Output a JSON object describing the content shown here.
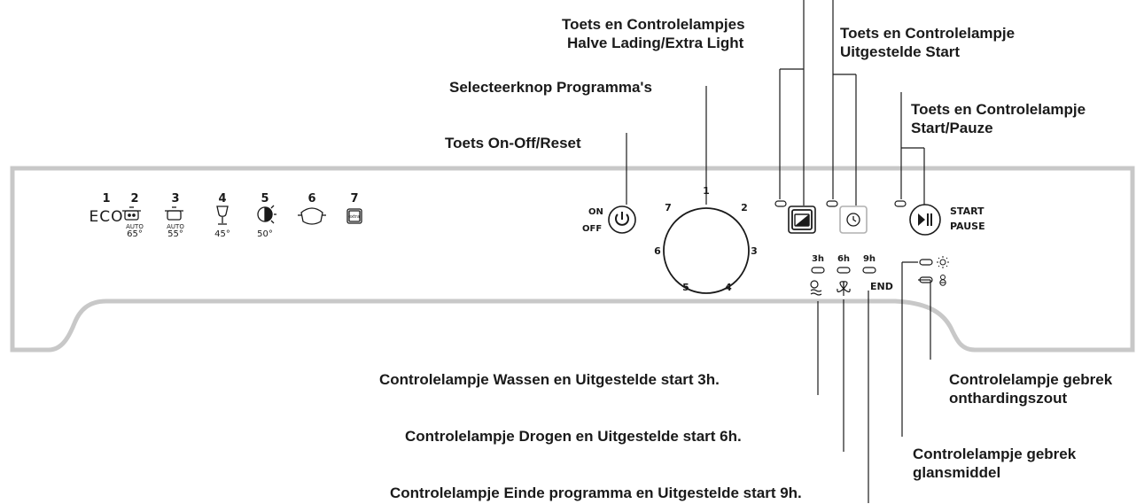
{
  "callouts": {
    "half_load": [
      "Toets en Controlelampjes",
      "Halve Lading/Extra Light"
    ],
    "delay_start": [
      "Toets en Controlelampje",
      "Uitgestelde Start"
    ],
    "selector": "Selecteerknop Programma's",
    "start_pause": [
      "Toets en Controlelampje",
      "Start/Pauze"
    ],
    "onoff": "Toets On-Off/Reset",
    "wash_3h": "Controlelampje Wassen en Uitgestelde start 3h.",
    "dry_6h": "Controlelampje Drogen en Uitgestelde start 6h.",
    "end_9h": "Controlelampje Einde programma en Uitgestelde start 9h.",
    "salt": [
      "Controlelampje gebrek",
      "onthardingszout"
    ],
    "rinse": [
      "Controlelampje gebrek",
      "glansmiddel"
    ]
  },
  "programs": [
    {
      "num": "1",
      "label": "ECO",
      "icon": "eco-text",
      "temp": ""
    },
    {
      "num": "2",
      "label": "AUTO",
      "icon": "pot-auto-icon",
      "temp": "65°"
    },
    {
      "num": "3",
      "label": "AUTO",
      "icon": "pot-auto-icon",
      "temp": "55°"
    },
    {
      "num": "4",
      "label": "",
      "icon": "wine-glass-icon",
      "temp": "45°"
    },
    {
      "num": "5",
      "label": "",
      "icon": "half-sun-icon",
      "temp": "50°"
    },
    {
      "num": "6",
      "label": "",
      "icon": "pan-icon",
      "temp": ""
    },
    {
      "num": "7",
      "label": "",
      "icon": "extra-icon",
      "temp": ""
    }
  ],
  "extra_badge": "extra",
  "power": {
    "on": "ON",
    "off": "OFF"
  },
  "start_button": {
    "line1": "START",
    "line2": "PAUSE"
  },
  "dial_numbers": [
    "1",
    "2",
    "3",
    "4",
    "5",
    "6",
    "7"
  ],
  "delay_hours": [
    "3h",
    "6h",
    "9h"
  ],
  "end_label": "END",
  "colors": {
    "panel": "#c8c8c8",
    "ink": "#1a1a1a",
    "background": "#ffffff"
  }
}
